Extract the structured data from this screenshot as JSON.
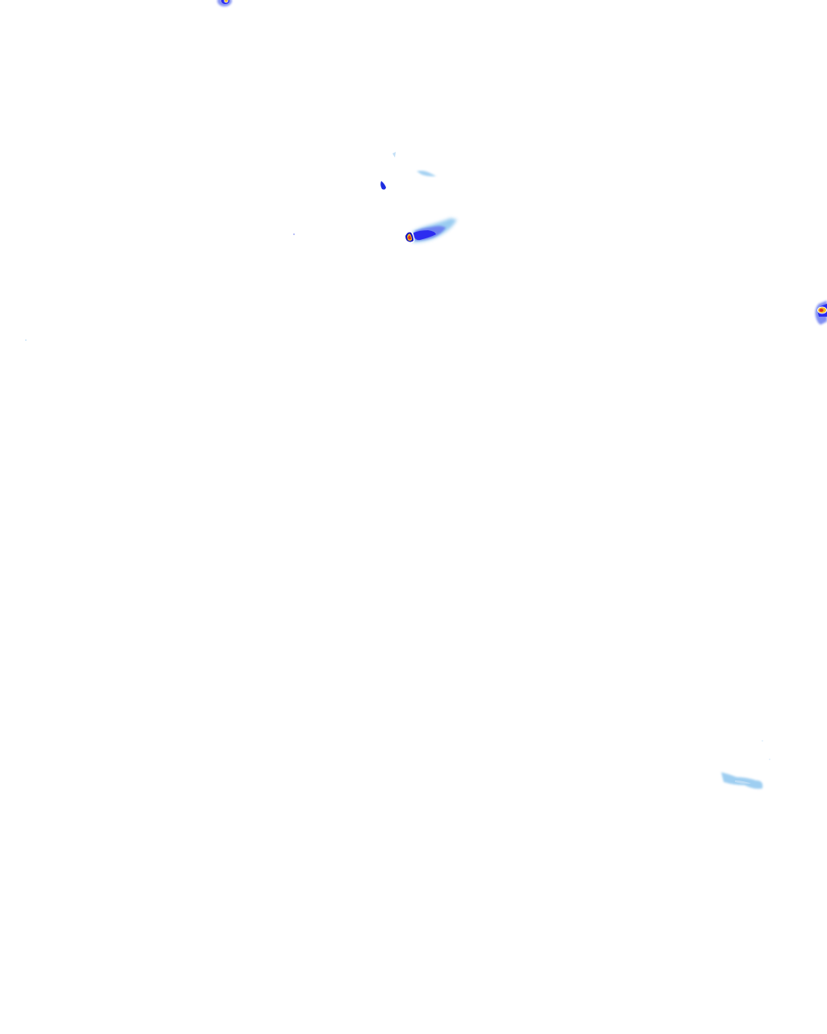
{
  "map": {
    "type": "precipitation-radar-overlay",
    "background": "#ffffff",
    "intensity_palette": {
      "very_light": "#bcdcf5",
      "light": "#8ec6ef",
      "moderate": "#6a7cf0",
      "heavy": "#2c2cf0",
      "very_heavy": "#1010c0",
      "core_outline": "#ffffff",
      "intense": "#f0c020",
      "extreme": "#e03020"
    },
    "echo_layers": [
      "top-edge-cell",
      "small-blue-streak",
      "central-storm-cell",
      "light-streak-north",
      "east-edge-cell",
      "southeast-light-band"
    ]
  }
}
